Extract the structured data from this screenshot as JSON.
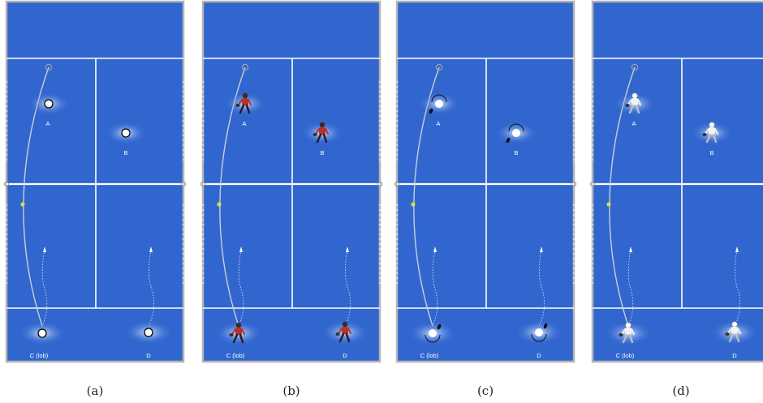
{
  "panels": [
    {
      "caption": "(a)",
      "variant": "dot"
    },
    {
      "caption": "(b)",
      "variant": "player-red"
    },
    {
      "caption": "(c)",
      "variant": "dot-racket"
    },
    {
      "caption": "(d)",
      "variant": "player-white"
    }
  ],
  "labels": {
    "a": "A",
    "b": "B",
    "c": "C (lob)",
    "d": "D"
  },
  "colors": {
    "court": "#3166cf",
    "lines": "#ffffff",
    "border": "#b4b4b4",
    "ball": "#d6e23a",
    "shirt": "#b5322e"
  }
}
